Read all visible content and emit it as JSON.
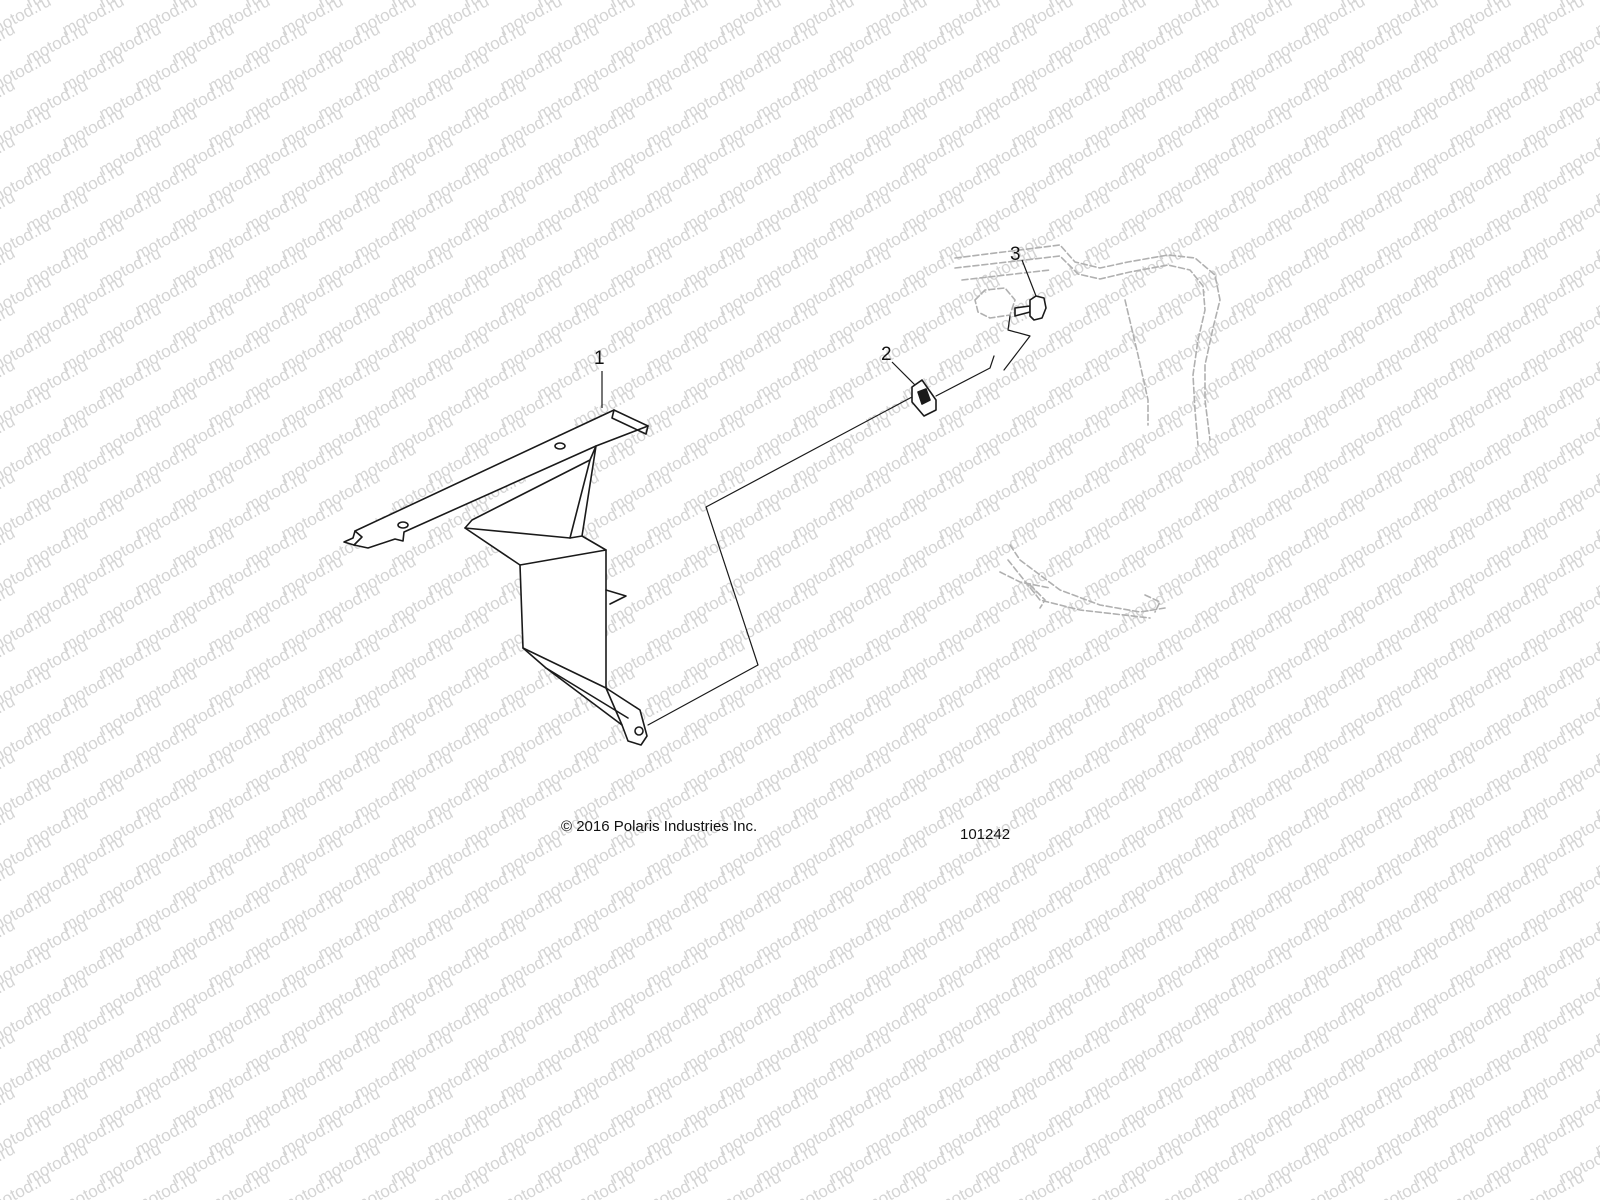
{
  "watermark": {
    "text": "motod.ru",
    "color": "#d4d4d4"
  },
  "diagram": {
    "callouts": [
      {
        "label": "1",
        "part": "shield-bracket"
      },
      {
        "label": "2",
        "part": "clip-nut"
      },
      {
        "label": "3",
        "part": "screw"
      }
    ],
    "copyright": "© 2016 Polaris Industries Inc.",
    "figure_id": "101242",
    "line_color": "#1a1a1a",
    "ghost_color": "#b0b0b0"
  }
}
